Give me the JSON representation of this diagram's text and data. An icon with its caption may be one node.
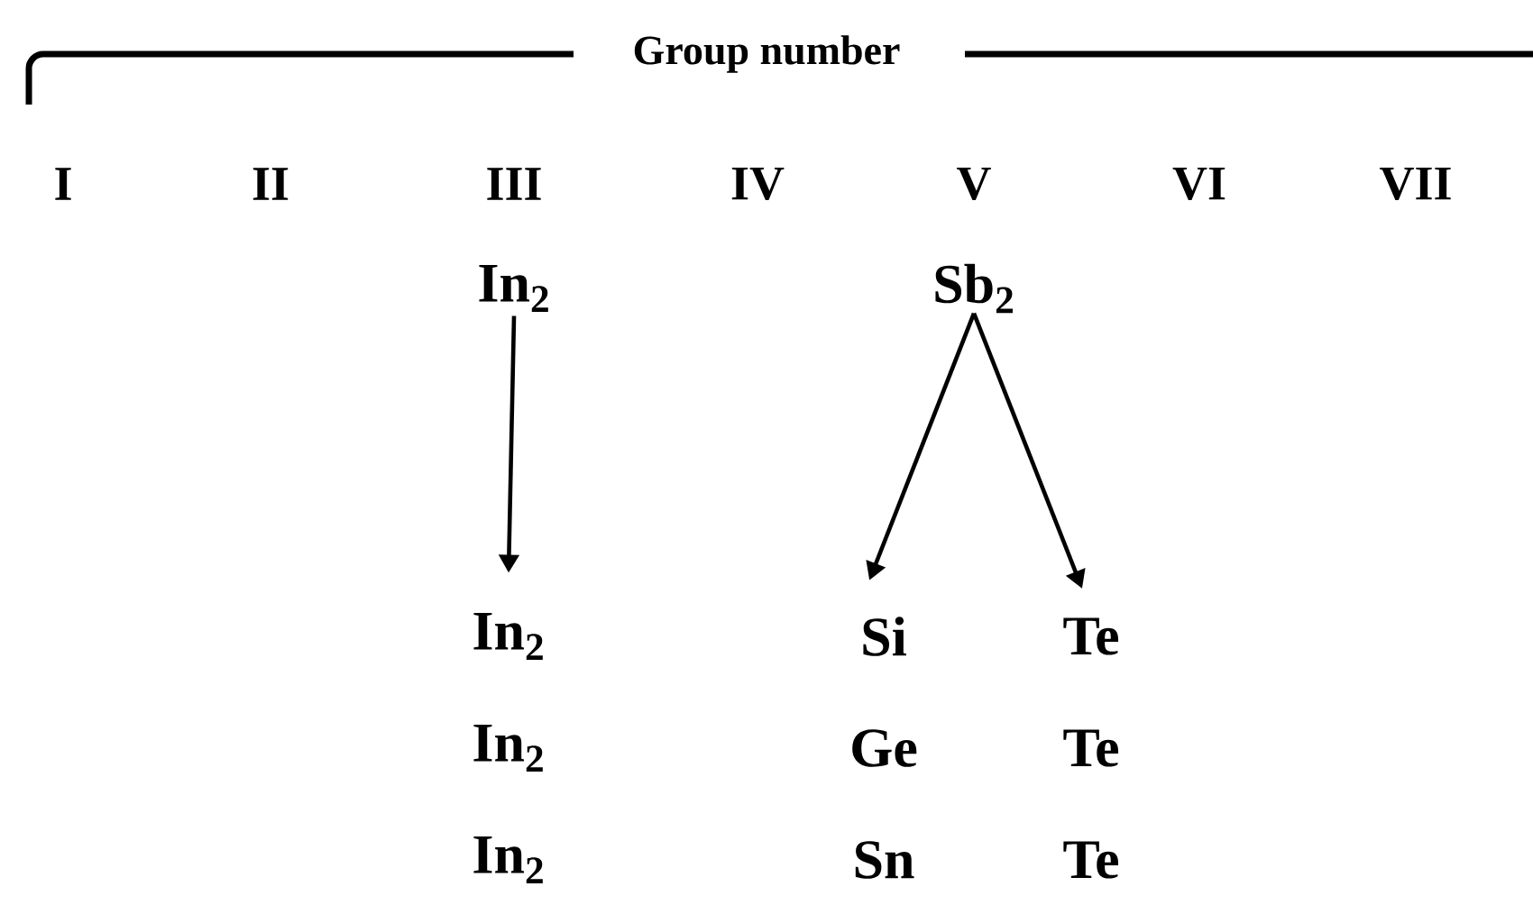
{
  "diagram": {
    "nodes": [
      {
        "text": [
          "In$_{2}$"
        ]
      },
      {
        "text": [
          "Sb$_{2}$"
        ]
      },
      {
        "text": [
          "In$_{2}$"
        ]
      },
      {
        "text": [
          "Si"
        ]
      },
      {
        "text": [
          "Te"
        ]
      },
      {
        "text": [
          "In$_{2}$"
        ]
      },
      {
        "text": [
          "Ge"
        ]
      },
      {
        "text": [
          "Te"
        ]
      },
      {
        "text": [
          "In$_{2}$"
        ]
      },
      {
        "text": [
          "Sn"
        ]
      },
      {
        "text": [
          "Te"
        ]
      }
    ],
    "edges": [
      {
        "from": 0,
        "to": 2,
        "arrow": "to"
      },
      {
        "from": 1,
        "to": 3,
        "arrow": "to"
      },
      {
        "from": 1,
        "to": 4,
        "arrow": "to"
      }
    ],
    "labels": [
      "Group number",
      "I",
      "II",
      "III",
      "IV",
      "V",
      "VI",
      "VII"
    ]
  }
}
